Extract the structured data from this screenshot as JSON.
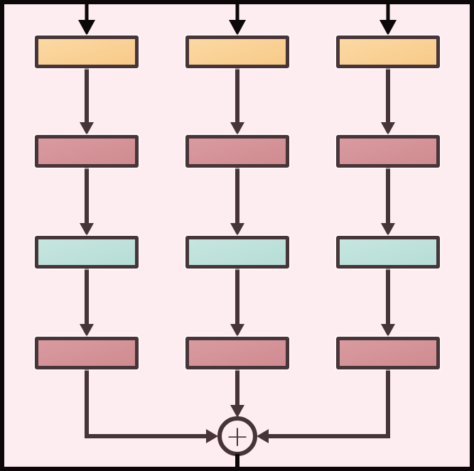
{
  "diagram": {
    "branches": 3,
    "stages_per_branch": 4,
    "stage_colors": [
      "orange",
      "pink",
      "teal",
      "pink"
    ],
    "sum_node": {
      "symbol": "+"
    }
  },
  "colors": {
    "background": "#fdedf0",
    "frame": "#0c080a",
    "top_arrow": "#0c080a",
    "line": "#463438",
    "box_border": "#48353a",
    "box_orange": "#f8ca88",
    "box_orange_light": "#fbd9a4",
    "box_pink": "#cf8b90",
    "box_pink_light": "#d99ba0",
    "box_teal": "#b6ddd7",
    "box_teal_light": "#c6e6df"
  }
}
